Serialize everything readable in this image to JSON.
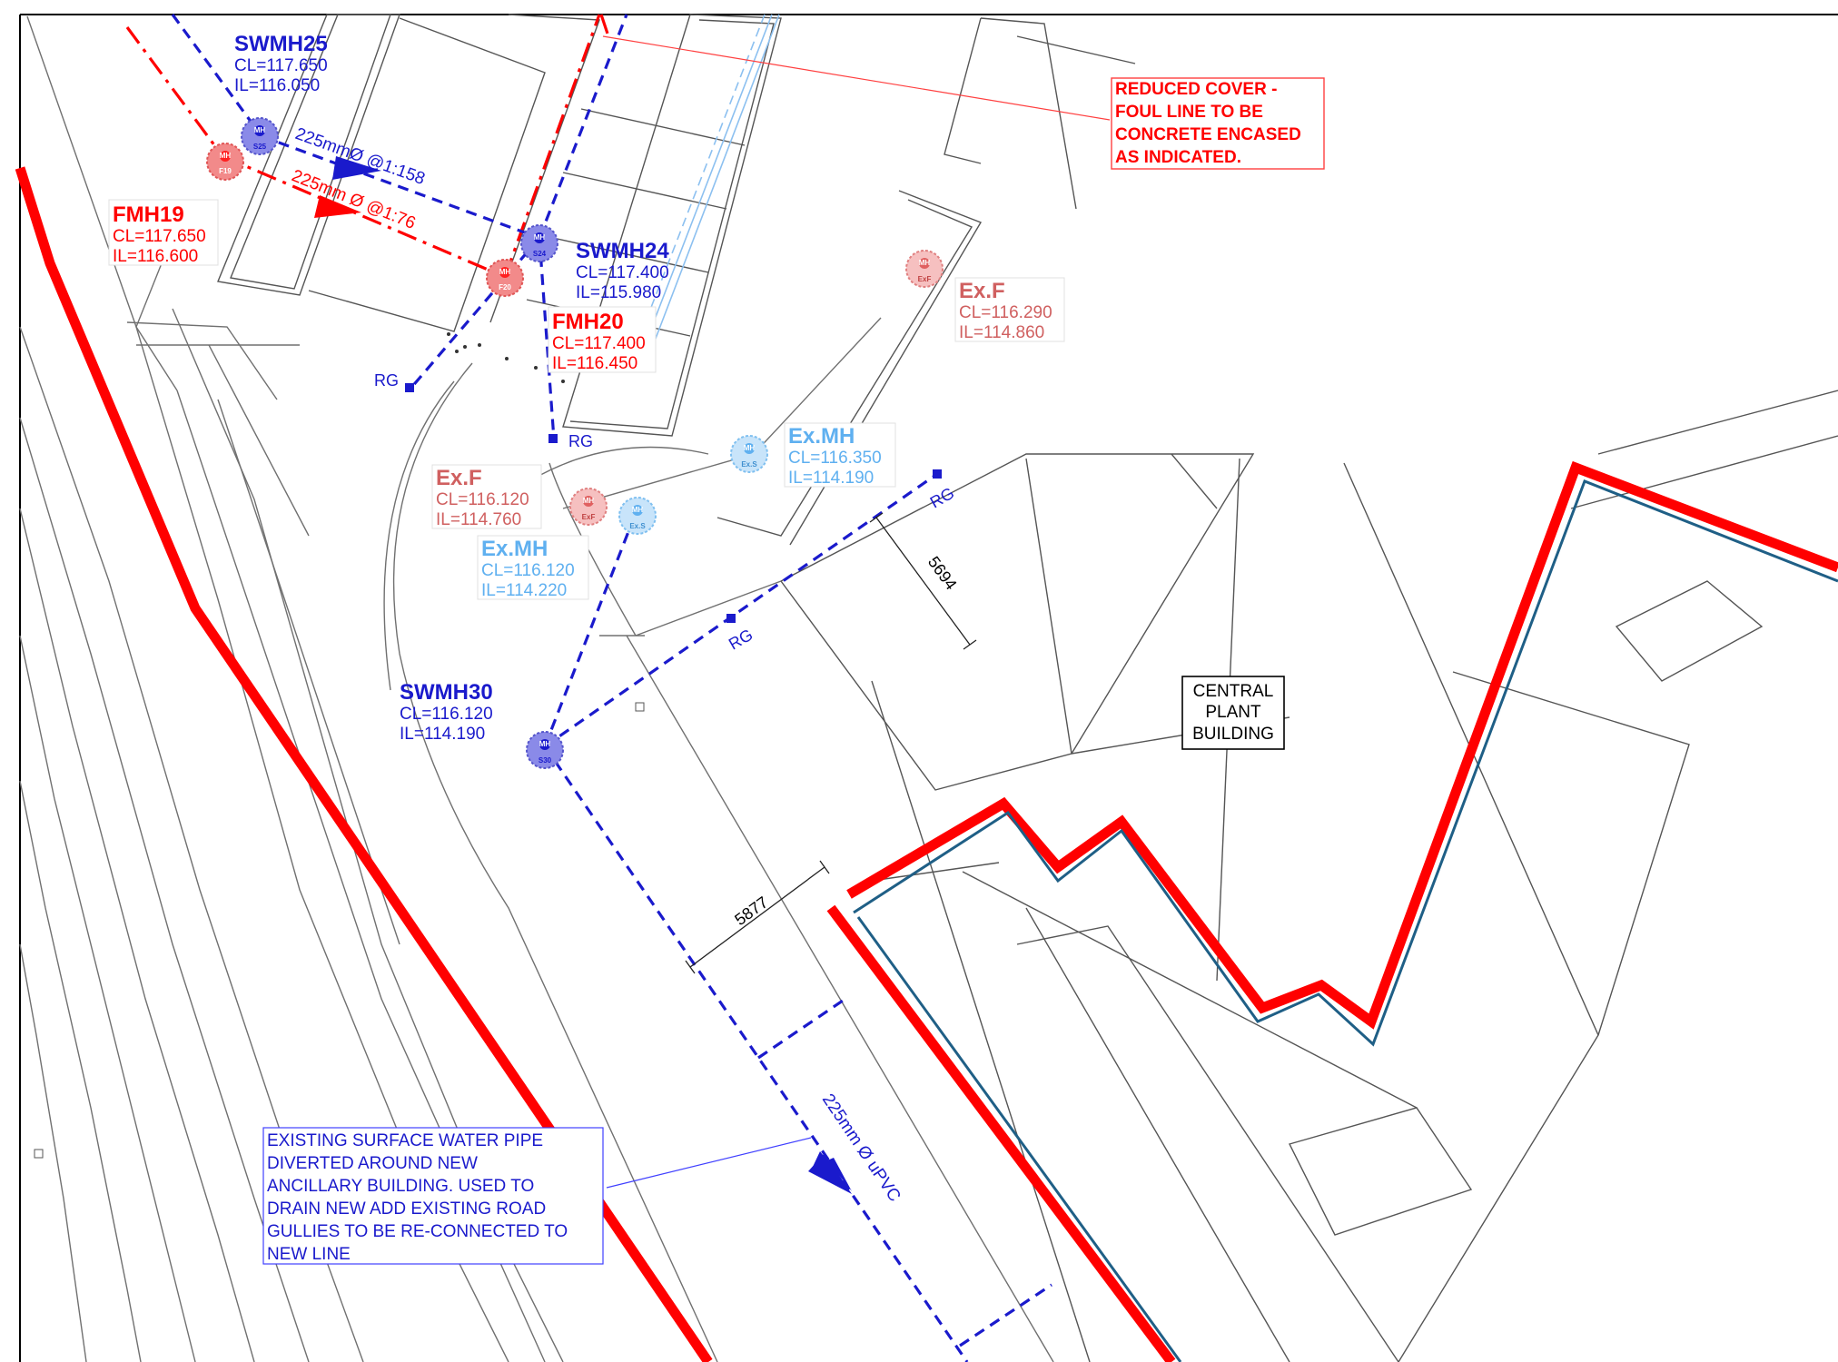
{
  "colors": {
    "surface": "#1a1acc",
    "surface_light": "#5fb0f0",
    "foul": "#ff0000",
    "foul_light": "#e07070",
    "boundary": "#ff0000",
    "boundary_inner": "#1f5f86",
    "linework": "#606060"
  },
  "icons": {
    "manhole_symbol": "manhole-icon",
    "gully_symbol": "gully-square-icon",
    "flow_arrow": "flow-arrow-icon"
  },
  "manholes": {
    "swmh25": {
      "name": "SWMH25",
      "cl": "CL=117.650",
      "il": "IL=116.050",
      "tag": "S25"
    },
    "fmh19": {
      "name": "FMH19",
      "cl": "CL=117.650",
      "il": "IL=116.600",
      "tag": "F19"
    },
    "swmh24": {
      "name": "SWMH24",
      "cl": "CL=117.400",
      "il": "IL=115.980",
      "tag": "S24"
    },
    "fmh20": {
      "name": "FMH20",
      "cl": "CL=117.400",
      "il": "IL=116.450",
      "tag": "F20"
    },
    "exf_top": {
      "name": "Ex.F",
      "cl": "CL=116.290",
      "il": "IL=114.860",
      "tag": "ExF"
    },
    "exmh_top": {
      "name": "Ex.MH",
      "cl": "CL=116.350",
      "il": "IL=114.190",
      "tag": "Ex.S"
    },
    "exf_mid": {
      "name": "Ex.F",
      "cl": "CL=116.120",
      "il": "IL=114.760",
      "tag": "ExF"
    },
    "exmh_mid": {
      "name": "Ex.MH",
      "cl": "CL=116.120",
      "il": "IL=114.220",
      "tag": "Ex.S"
    },
    "swmh30": {
      "name": "SWMH30",
      "cl": "CL=116.120",
      "il": "IL=114.190",
      "tag": "S30"
    },
    "mh_symbol_text": "MH"
  },
  "pipes": {
    "surface_label": "225mmØ @1:158",
    "foul_label": "225mm Ø @1:76",
    "upvc_label": "225mm Ø uPVC"
  },
  "gullies": {
    "rg": "RG"
  },
  "dimensions": {
    "d1": "5694",
    "d2": "5877"
  },
  "notes": {
    "reduced_cover": [
      "REDUCED COVER -",
      "FOUL LINE TO BE",
      "CONCRETE ENCASED",
      "AS INDICATED."
    ],
    "existing_pipe": [
      "EXISTING SURFACE WATER PIPE",
      "DIVERTED AROUND NEW",
      "ANCILLARY BUILDING. USED TO",
      "DRAIN NEW ADD EXISTING ROAD",
      "GULLIES TO BE RE-CONNECTED TO",
      "NEW LINE"
    ]
  },
  "building": {
    "label": [
      "CENTRAL",
      "PLANT",
      "BUILDING"
    ]
  }
}
